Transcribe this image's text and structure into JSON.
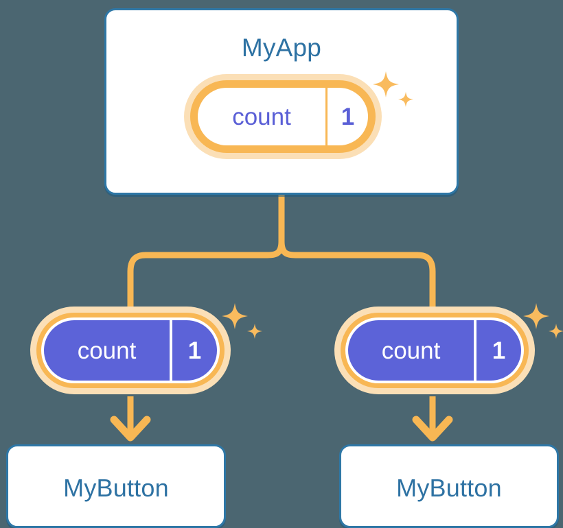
{
  "diagram": {
    "title_text": "MyApp",
    "background_color": "#4b6671",
    "accent_orange": "#f8b754",
    "halo_orange": "#fbdfb6",
    "card_blue": "#2e77a6",
    "title_blue": "#2e72a3",
    "state_purple": "#5c63d8"
  },
  "app_card": {
    "title": "MyApp",
    "state": {
      "key": "count",
      "value": "1",
      "sparkle_large": "sparkle-icon",
      "sparkle_small": "sparkle-icon"
    }
  },
  "children": [
    {
      "state": {
        "key": "count",
        "value": "1"
      },
      "card_title": "MyButton"
    },
    {
      "state": {
        "key": "count",
        "value": "1"
      },
      "card_title": "MyButton"
    }
  ],
  "connectors": {
    "trunk": "vertical-line",
    "split": "y-branch",
    "arrow_left": "arrow-down-icon",
    "arrow_right": "arrow-down-icon"
  }
}
